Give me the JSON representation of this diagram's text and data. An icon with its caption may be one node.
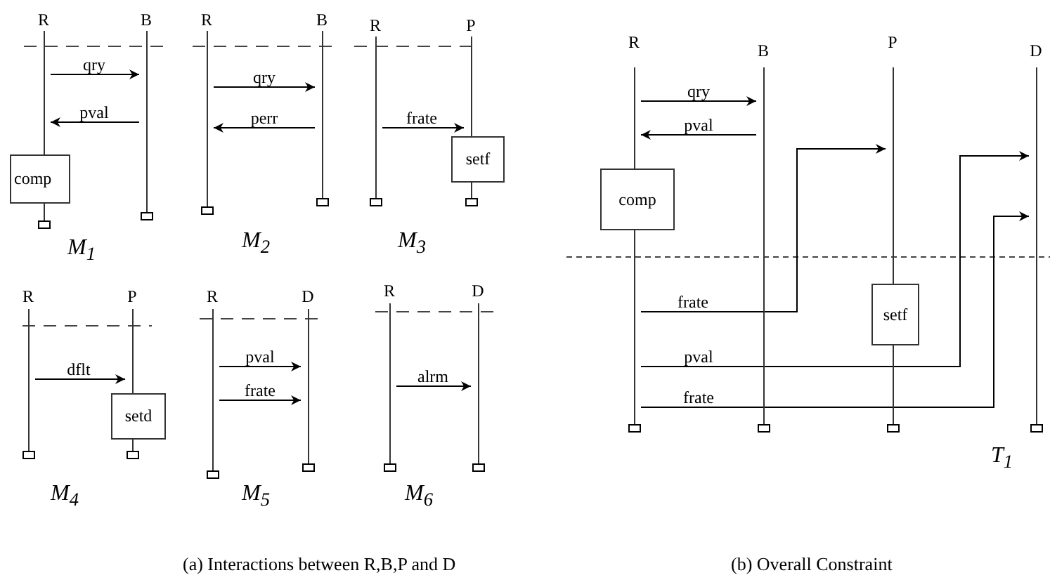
{
  "diagram": {
    "nodes": [
      {
        "text": [
          "R"
        ]
      },
      {
        "text": [
          "B"
        ]
      },
      {
        "text": [
          "comp"
        ]
      },
      {
        "text": [
          "R"
        ]
      },
      {
        "text": [
          "B"
        ]
      },
      {
        "text": [
          "R"
        ]
      },
      {
        "text": [
          "P"
        ]
      },
      {
        "text": [
          "setf"
        ]
      },
      {
        "text": [
          "R"
        ]
      },
      {
        "text": [
          "P"
        ]
      },
      {
        "text": [
          "setd"
        ]
      },
      {
        "text": [
          "R"
        ]
      },
      {
        "text": [
          "D"
        ]
      },
      {
        "text": [
          "R"
        ]
      },
      {
        "text": [
          "D"
        ]
      },
      {
        "text": [
          "R"
        ]
      },
      {
        "text": [
          "B"
        ]
      },
      {
        "text": [
          "P"
        ]
      },
      {
        "text": [
          "D"
        ]
      },
      {
        "text": [
          "comp"
        ]
      },
      {
        "text": [
          "setf"
        ]
      }
    ],
    "edges": [
      {
        "from": 0,
        "to": 1,
        "arrow": "to",
        "label": "qry"
      },
      {
        "from": 1,
        "to": 0,
        "arrow": "to",
        "label": "pval"
      },
      {
        "from": 3,
        "to": 4,
        "arrow": "to",
        "label": "qry"
      },
      {
        "from": 4,
        "to": 3,
        "arrow": "to",
        "label": "perr"
      },
      {
        "from": 5,
        "to": 6,
        "arrow": "to",
        "label": "frate"
      },
      {
        "from": 8,
        "to": 9,
        "arrow": "to",
        "label": "dflt"
      },
      {
        "from": 11,
        "to": 12,
        "arrow": "to",
        "label": "pval"
      },
      {
        "from": 11,
        "to": 12,
        "arrow": "to",
        "label": "frate"
      },
      {
        "from": 13,
        "to": 14,
        "arrow": "to",
        "label": "alrm"
      },
      {
        "from": 15,
        "to": 16,
        "arrow": "to",
        "label": "qry"
      },
      {
        "from": 16,
        "to": 15,
        "arrow": "to",
        "label": "pval"
      },
      {
        "from": 15,
        "to": 17,
        "arrow": "to",
        "label": "frate"
      },
      {
        "from": 15,
        "to": 18,
        "arrow": "to",
        "label": "pval"
      },
      {
        "from": 15,
        "to": 18,
        "arrow": "to",
        "label": "frate"
      }
    ],
    "labels": [
      "M$_{1}$",
      "M$_{2}$",
      "M$_{3}$",
      "M$_{4}$",
      "M$_{5}$",
      "M$_{6}$",
      "T$_{1}$",
      "(a) Interactions between R,B,P and D",
      "(b) Overall Constraint"
    ]
  }
}
